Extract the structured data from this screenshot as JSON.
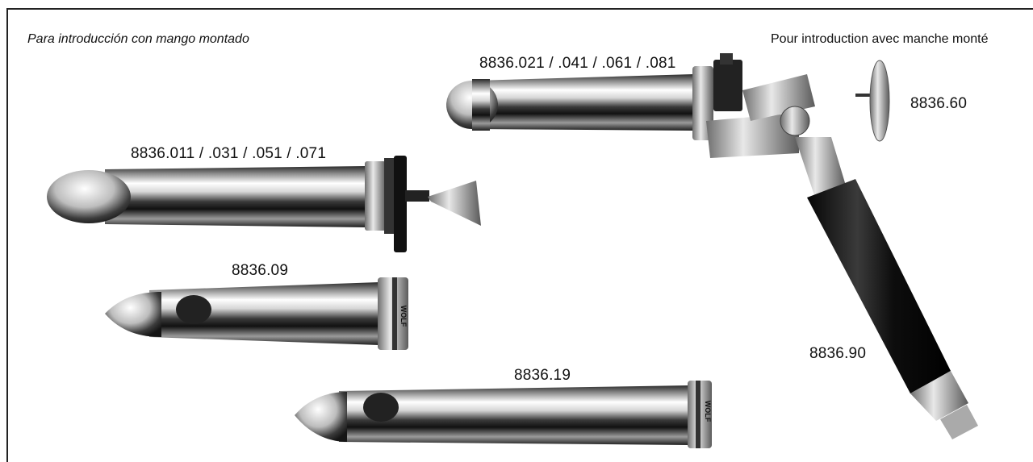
{
  "captions": {
    "left": "Para introducción con mango montado",
    "right": "Pour introduction avec manche monté"
  },
  "labels": {
    "top_instrument": "8836.021 / .041 / .061 / .081",
    "obturator": "8836.60",
    "long_tube": "8836.011 / .031 / .051 / .071",
    "short_window_tube": "8836.09",
    "long_window_tube": "8836.19",
    "handle": "8836.90"
  },
  "engravings": {
    "short_window_tube": "WOLF",
    "long_window_tube": "WOLF"
  },
  "colors": {
    "frame": "#222222",
    "metal_light": "#f4f4f4",
    "metal_dark": "#1a1a1a",
    "handle_black": "#111111"
  }
}
